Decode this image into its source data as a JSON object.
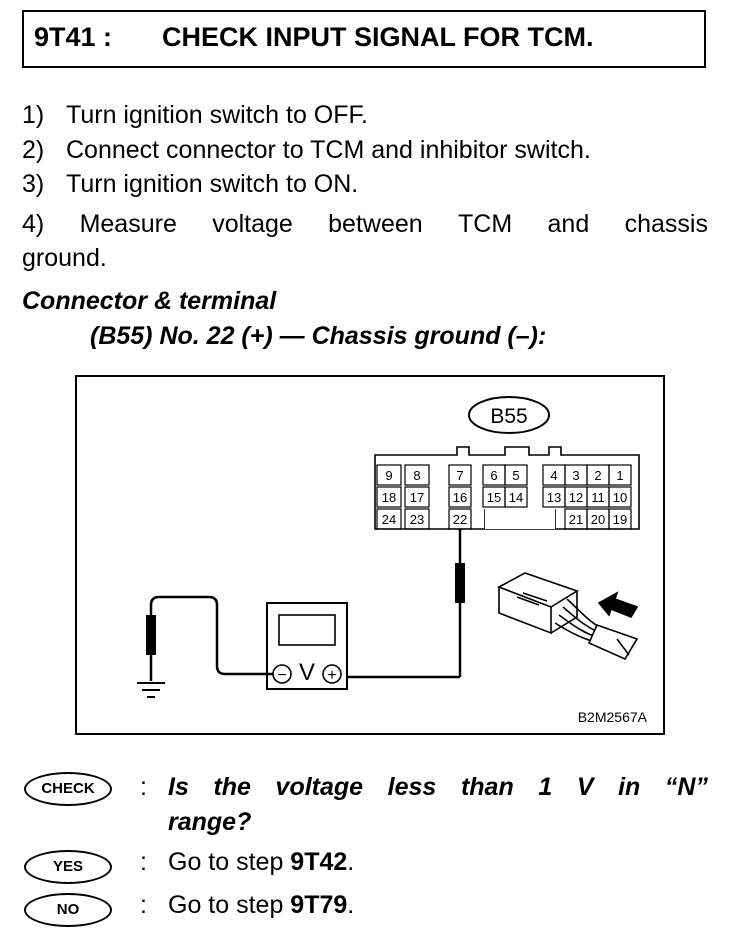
{
  "header": {
    "step_id": "9T41 :",
    "title": "CHECK INPUT SIGNAL FOR TCM."
  },
  "steps": [
    {
      "num": "1)",
      "text": "Turn ignition switch to OFF."
    },
    {
      "num": "2)",
      "text": "Connect connector to TCM and inhibitor switch."
    },
    {
      "num": "3)",
      "text": "Turn ignition switch to ON."
    },
    {
      "num": "4)",
      "text_words": [
        "Measure",
        "voltage",
        "between",
        "TCM",
        "and",
        "chassis"
      ],
      "text_line2": "ground."
    }
  ],
  "connector": {
    "heading": "Connector & terminal",
    "spec": "(B55) No. 22 (+) — Chassis ground (–):"
  },
  "diagram": {
    "connector_label": "B55",
    "pins_row1": [
      "9",
      "8",
      "7",
      "6",
      "5",
      "4",
      "3",
      "2",
      "1"
    ],
    "pins_row2": [
      "18",
      "17",
      "16",
      "15",
      "14",
      "13",
      "12",
      "11",
      "10"
    ],
    "pins_row3": [
      "24",
      "23",
      "22",
      "21",
      "20",
      "19"
    ],
    "meter_label": "V",
    "meter_minus": "−",
    "meter_plus": "+",
    "figure_code": "B2M2567A"
  },
  "checks": {
    "check_label": "CHECK",
    "yes_label": "YES",
    "no_label": "NO",
    "separator": ":",
    "question_line1_words": [
      "Is",
      "the",
      "voltage",
      "less",
      "than",
      "1",
      "V",
      "in",
      "“N”"
    ],
    "question_line2": "range?",
    "yes_prefix": "Go to step ",
    "yes_target": "9T42",
    "yes_suffix": ".",
    "no_prefix": "Go to step ",
    "no_target": "9T79",
    "no_suffix": "."
  }
}
